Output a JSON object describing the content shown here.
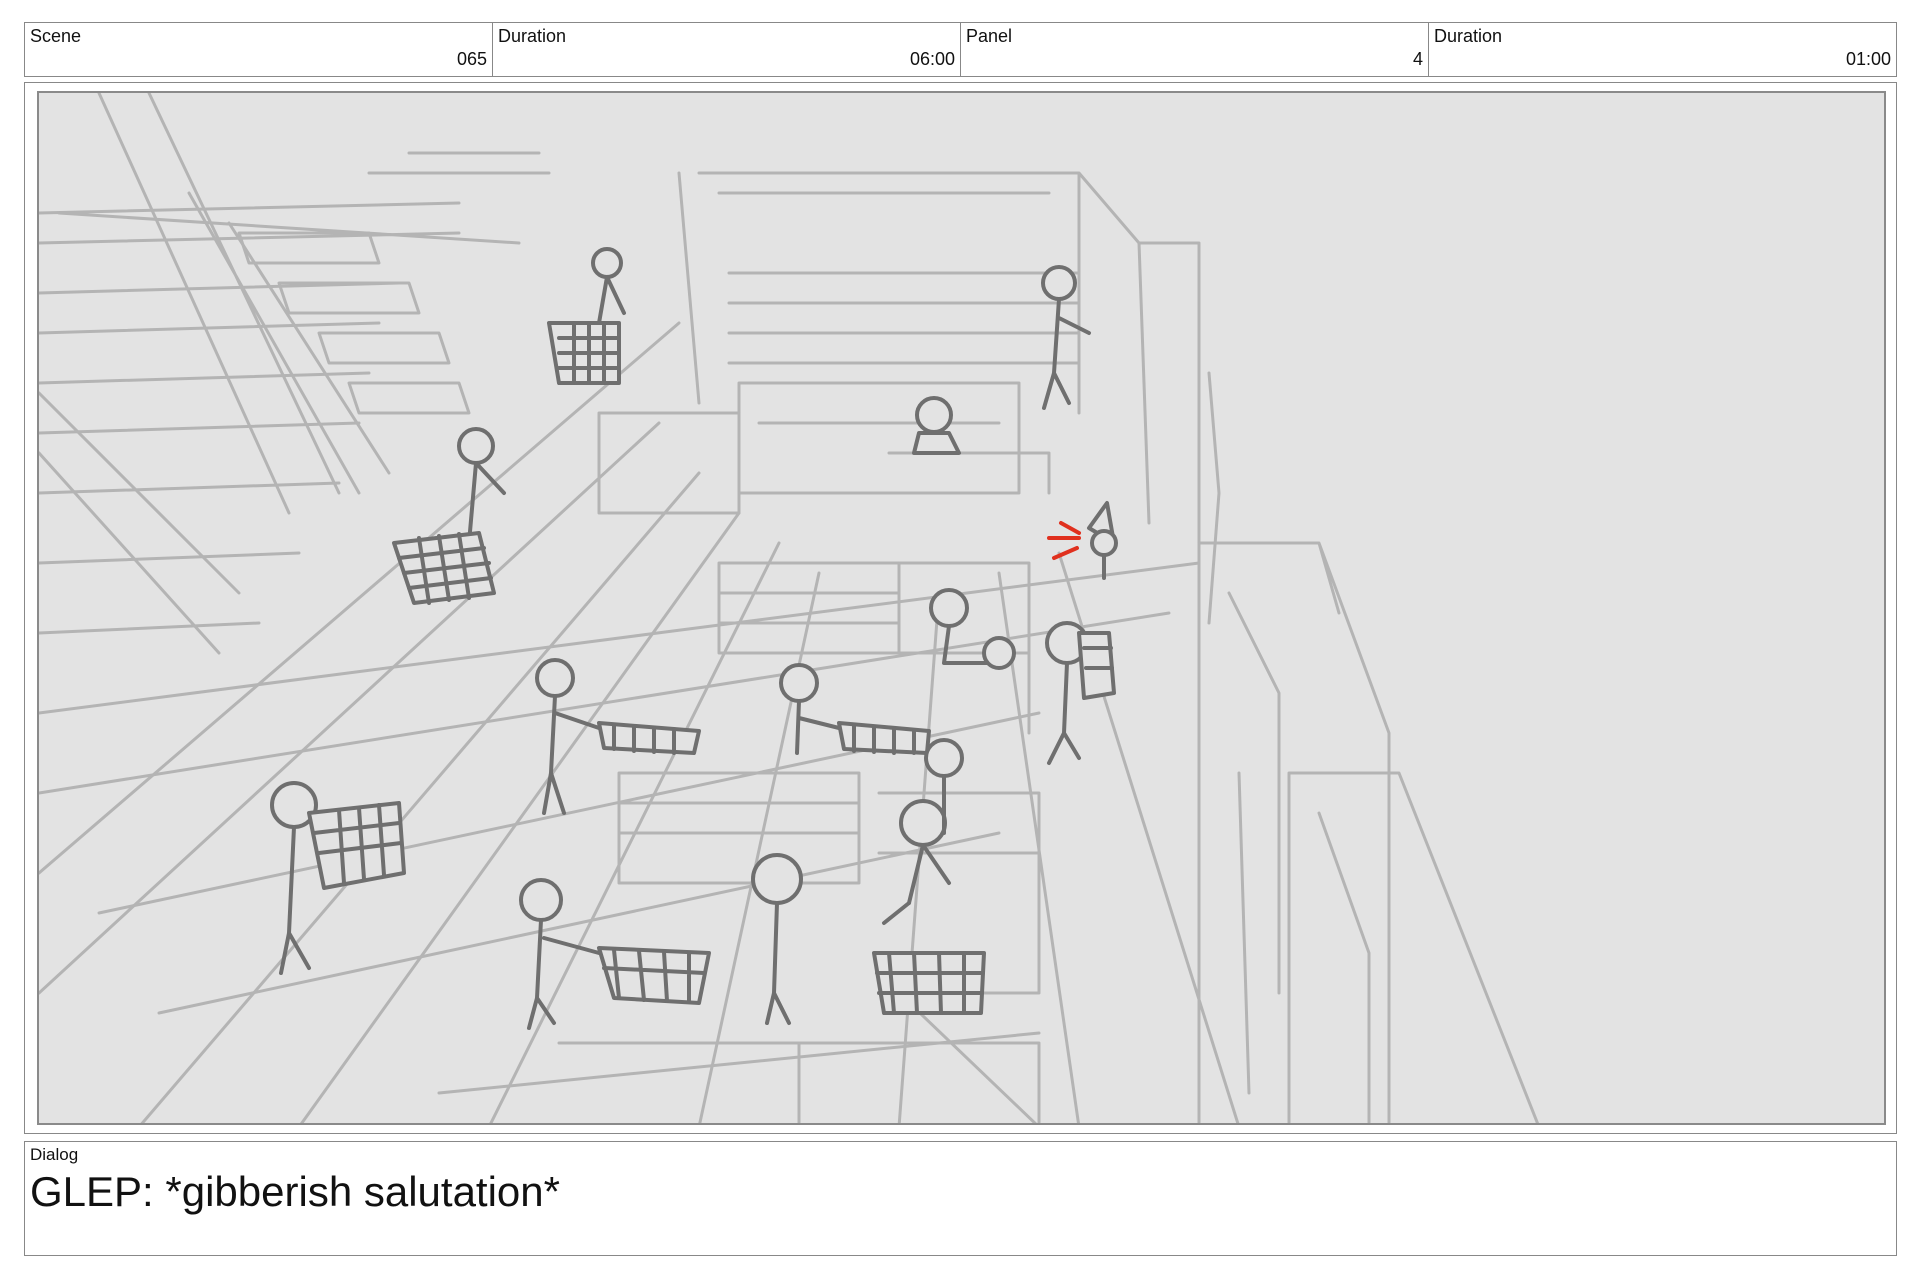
{
  "header": {
    "cells": [
      {
        "label": "Scene",
        "value": "065"
      },
      {
        "label": "Duration",
        "value": "06:00"
      },
      {
        "label": "Panel",
        "value": "4"
      },
      {
        "label": "Duration",
        "value": "01:00"
      }
    ]
  },
  "panel": {
    "icon": "storyboard-sketch-image",
    "accent_color": "#e0301e"
  },
  "dialog": {
    "label": "Dialog",
    "text": "GLEP: *gibberish salutation*"
  }
}
